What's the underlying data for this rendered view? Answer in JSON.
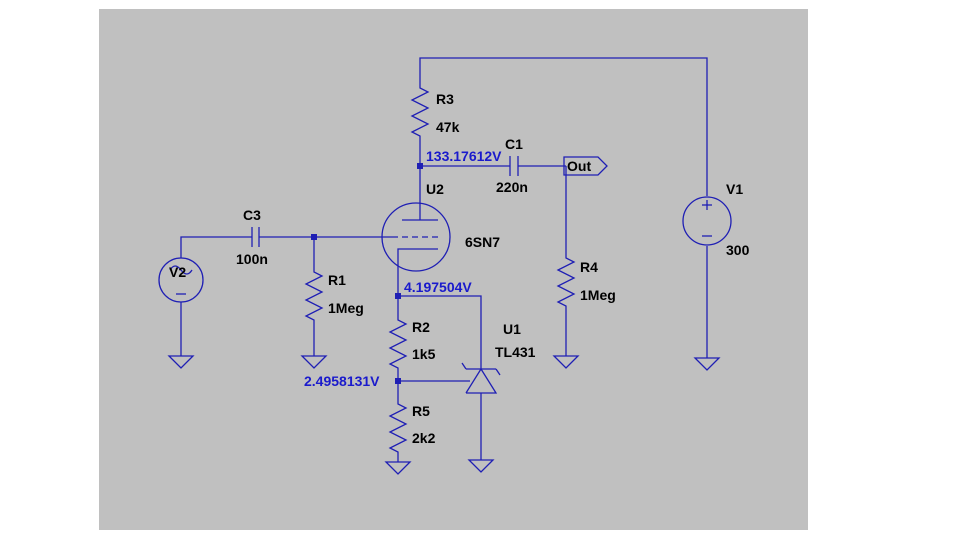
{
  "colors": {
    "background": "#c0c0c0",
    "wire": "#1f1fb4",
    "label": "#000000",
    "voltage": "#1a1acc"
  },
  "components": {
    "r1": {
      "name": "R1",
      "value": "1Meg"
    },
    "r2": {
      "name": "R2",
      "value": "1k5"
    },
    "r3": {
      "name": "R3",
      "value": "47k"
    },
    "r4": {
      "name": "R4",
      "value": "1Meg"
    },
    "r5": {
      "name": "R5",
      "value": "2k2"
    },
    "c1": {
      "name": "C1",
      "value": "220n"
    },
    "c3": {
      "name": "C3",
      "value": "100n"
    },
    "u1": {
      "name": "U1",
      "value": "TL431"
    },
    "u2": {
      "name": "U2",
      "value": "6SN7"
    },
    "v1": {
      "name": "V1",
      "value": "300"
    },
    "v2": {
      "name": "V2"
    }
  },
  "net_labels": {
    "out": "Out"
  },
  "voltages": {
    "plate": "133.17612V",
    "cathode": "4.197504V",
    "divider": "2.4958131V"
  }
}
